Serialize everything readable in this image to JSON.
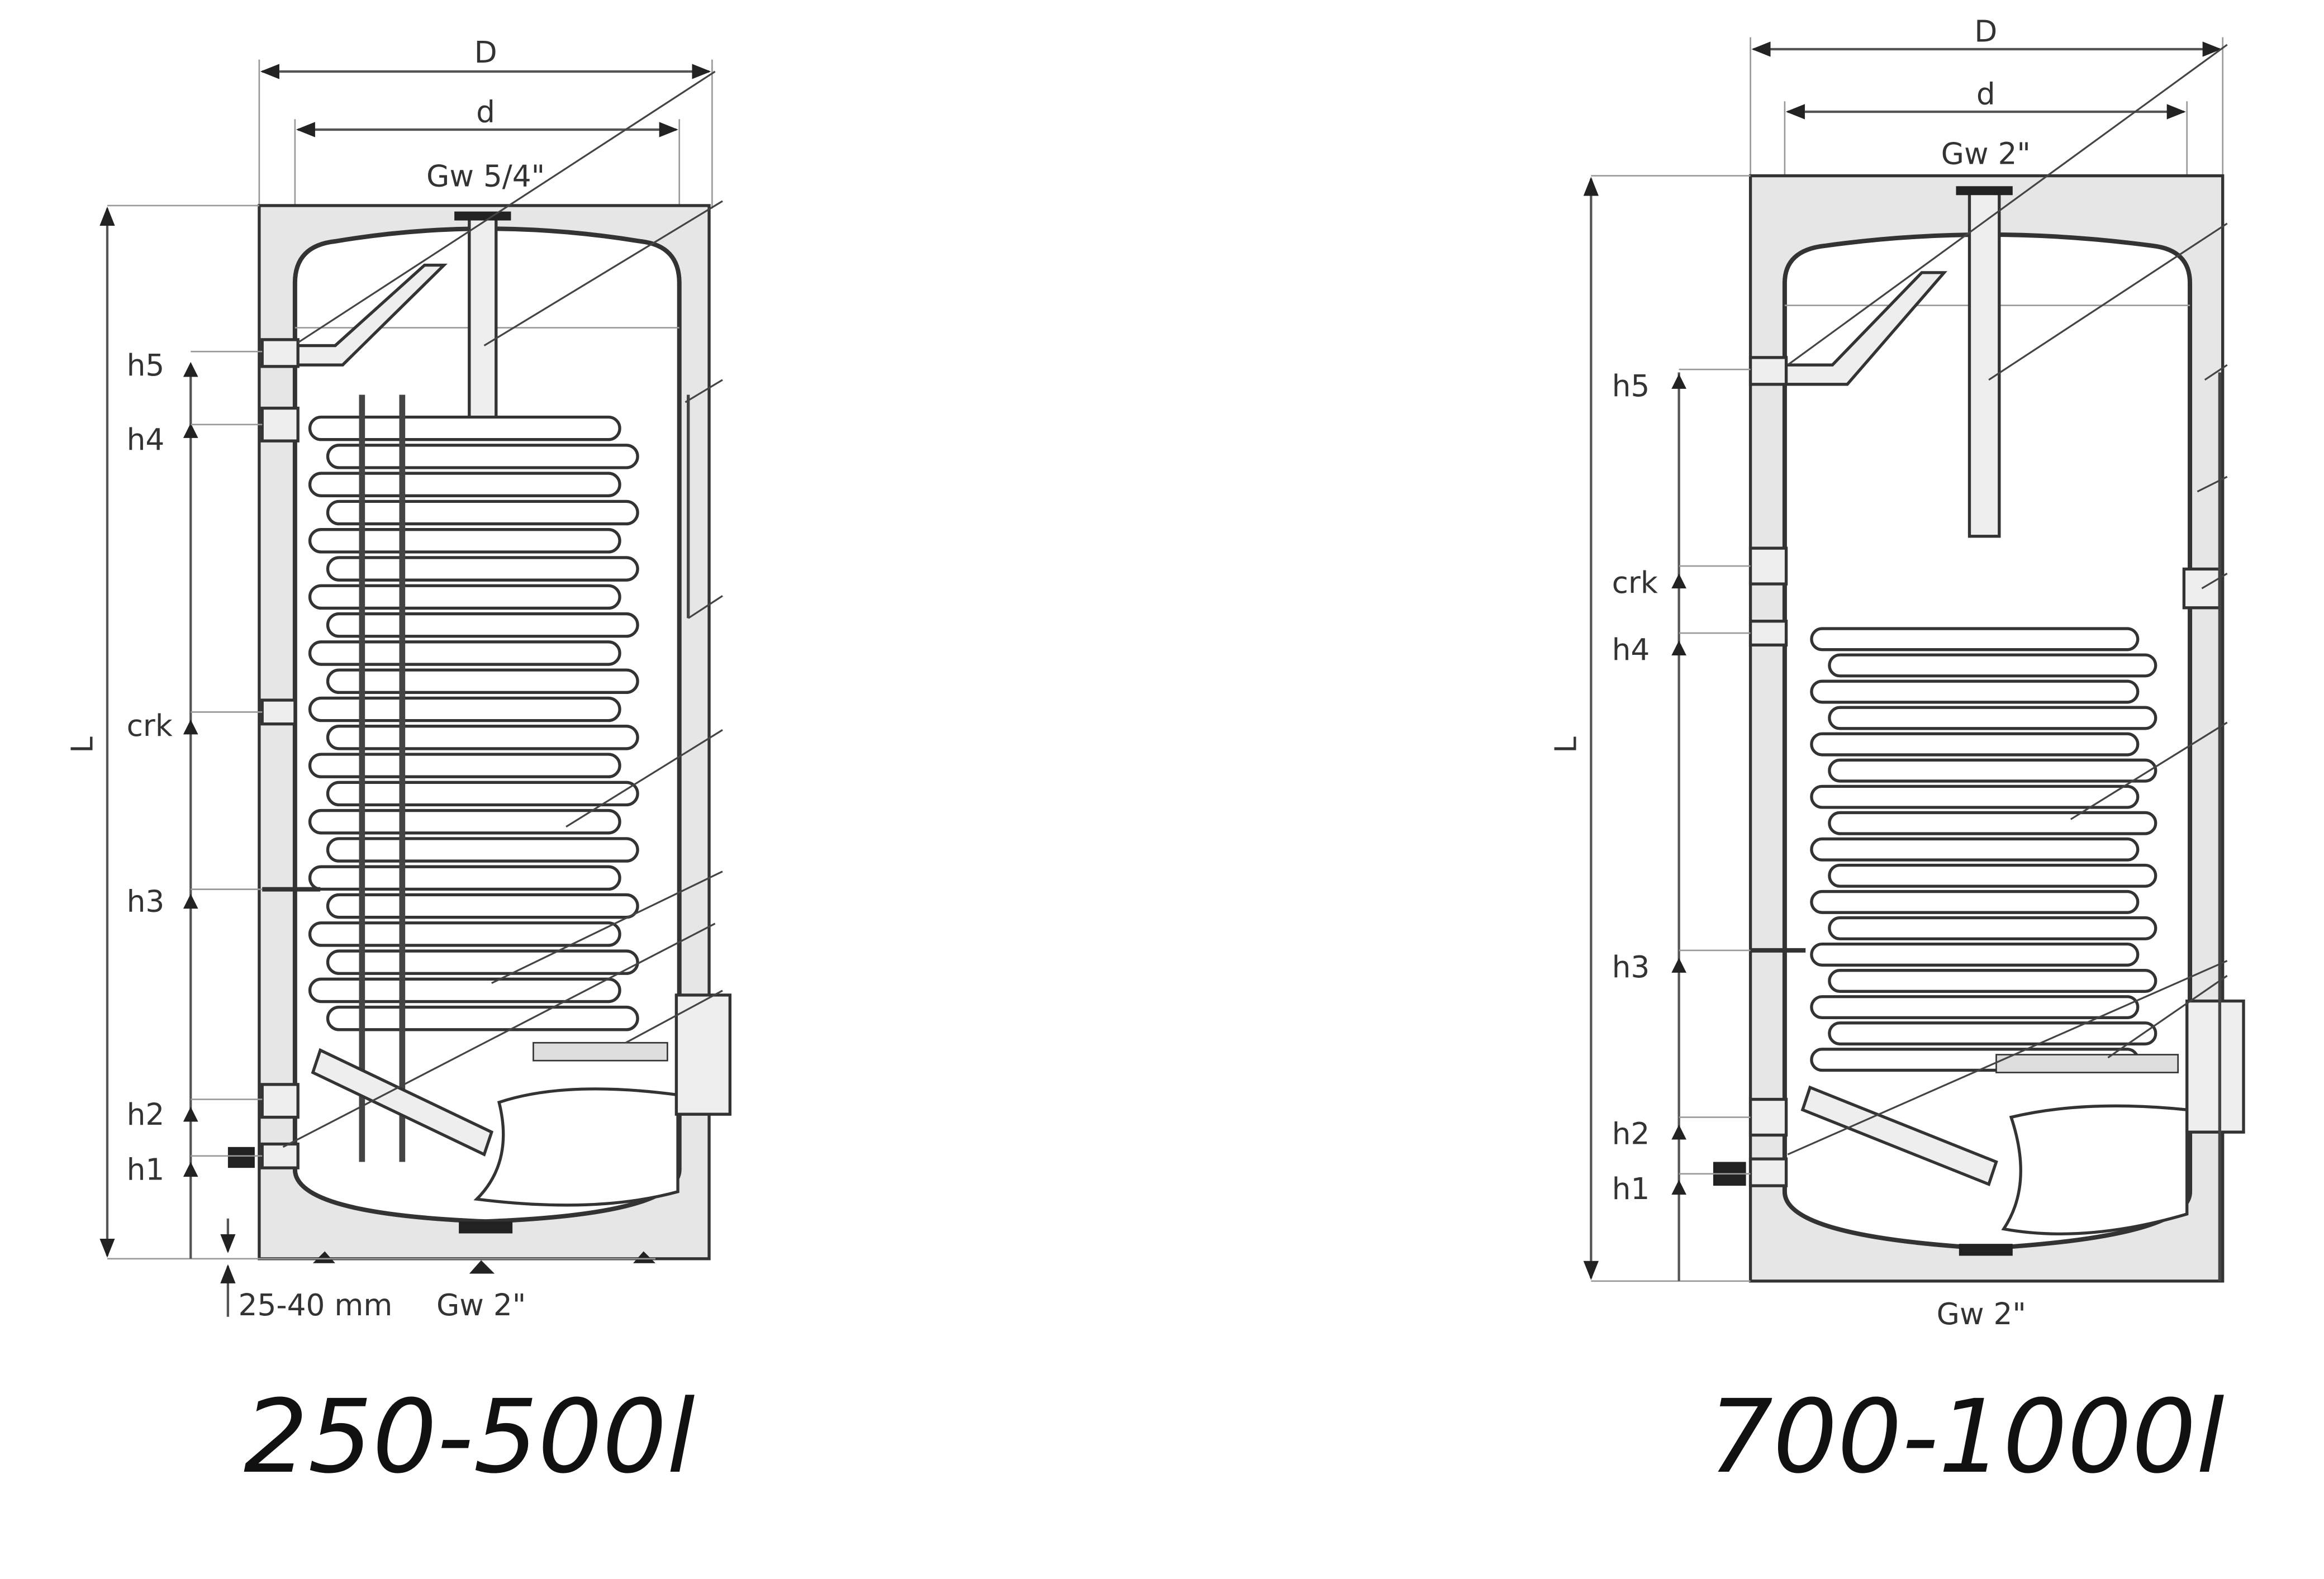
{
  "diagrams": [
    {
      "caption": "250-500l",
      "dim_outer": "D",
      "dim_inner": "d",
      "top_connection": "Gw 5/4\"",
      "bottom_connection": "Gw 2\"",
      "foot_adjust": "25-40 mm",
      "length": "L",
      "heights": [
        "h5",
        "h4",
        "crk",
        "h3",
        "h2",
        "h1"
      ]
    },
    {
      "caption": "700-1000l",
      "dim_outer": "D",
      "dim_inner": "d",
      "top_connection": "Gw 2\"",
      "bottom_connection": "Gw 2\"",
      "length": "L",
      "heights": [
        "h5",
        "crk",
        "h4",
        "h3",
        "h2",
        "h1"
      ]
    }
  ]
}
